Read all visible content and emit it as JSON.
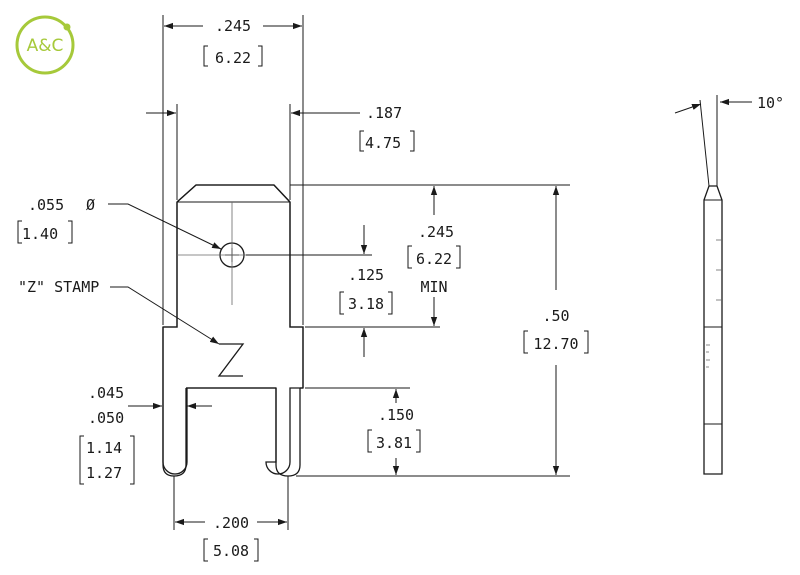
{
  "logo": {
    "text": "A&C",
    "color": "#a6c93a"
  },
  "dimensions": {
    "overall_width": {
      "imperial": ".245",
      "metric": "6.22"
    },
    "tab_width": {
      "imperial": ".187",
      "metric": "4.75"
    },
    "angle": {
      "value": "10°"
    },
    "hole_dia": {
      "imperial": ".055",
      "symbol": "Ø",
      "metric": "1.40"
    },
    "stamp": {
      "label": "\"Z\" STAMP",
      "mark": "Z"
    },
    "hole_pos": {
      "imperial": ".125",
      "metric": "3.18"
    },
    "min_length": {
      "imperial": ".245",
      "metric": "6.22",
      "note": "MIN"
    },
    "total_length": {
      "imperial": ".50",
      "metric": "12.70"
    },
    "leg_thickness": {
      "imperial_min": ".045",
      "imperial_max": ".050",
      "metric_min": "1.14",
      "metric_max": "1.27"
    },
    "slot_depth": {
      "imperial": ".150",
      "metric": "3.81"
    },
    "leg_spacing": {
      "imperial": ".200",
      "metric": "5.08"
    }
  }
}
